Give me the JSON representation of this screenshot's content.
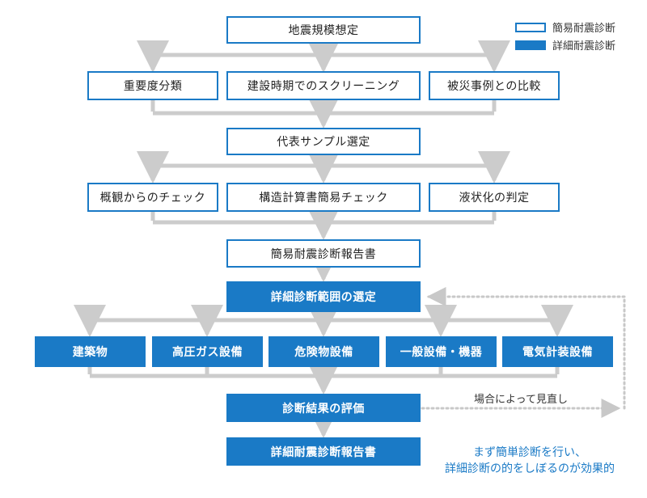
{
  "legend": {
    "simple": "簡易耐震診断",
    "detail": "詳細耐震診断"
  },
  "nodes": {
    "scale": "地震規模想定",
    "importance": "重要度分類",
    "screening": "建設時期でのスクリーニング",
    "disaster_cases": "被災事例との比較",
    "sample": "代表サンプル選定",
    "visual_check": "概観からのチェック",
    "structure_check": "構造計算書簡易チェック",
    "liquefaction": "液状化の判定",
    "simple_report": "簡易耐震診断報告書",
    "detail_scope": "詳細診断範囲の選定",
    "buildings": "建築物",
    "high_pressure": "高圧ガス設備",
    "hazardous": "危険物設備",
    "general": "一般設備・機器",
    "electrical": "電気計装設備",
    "evaluation": "診断結果の評価",
    "detail_report": "詳細耐震診断報告書"
  },
  "feedback_label": "場合によって見直し",
  "note": {
    "line1": "まず簡単診断を行い、",
    "line2": "詳細診断の的をしぼるのが効果的"
  },
  "colors": {
    "accent": "#1a7ac6",
    "connector": "#cccccc",
    "feedback": "#c8c8c8"
  }
}
